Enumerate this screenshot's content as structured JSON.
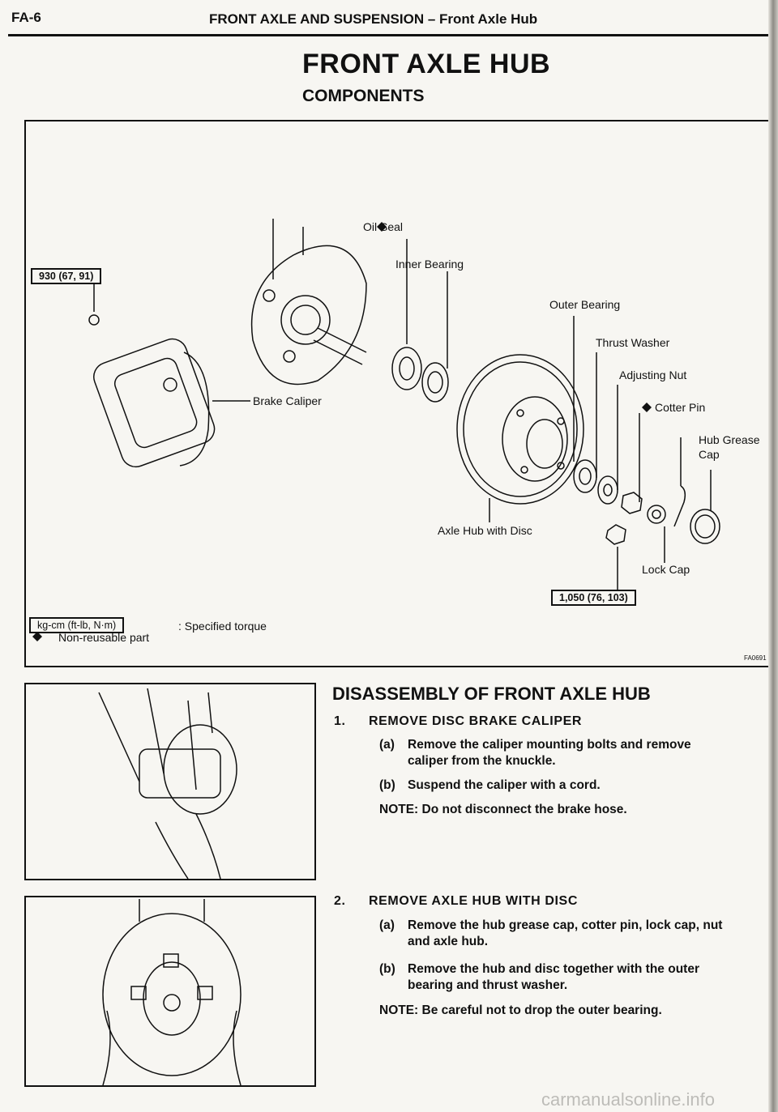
{
  "header": {
    "page_number": "FA-6",
    "running_title": "FRONT AXLE AND SUSPENSION – Front Axle Hub"
  },
  "title": "FRONT AXLE HUB",
  "subtitle": "COMPONENTS",
  "diagram": {
    "labels": {
      "oil_seal": "Oil Seal",
      "inner_bearing": "Inner Bearing",
      "outer_bearing": "Outer Bearing",
      "thrust_washer": "Thrust Washer",
      "adjusting_nut": "Adjusting Nut",
      "cotter_pin": "Cotter Pin",
      "hub_grease": "Hub Grease",
      "cap": "Cap",
      "brake_caliper": "Brake Caliper",
      "axle_hub_with_disc": "Axle Hub with Disc",
      "lock_cap": "Lock Cap"
    },
    "torque_caliper": "930 (67, 91)",
    "torque_nut": "1,050 (76, 103)",
    "legend_unit": "kg-cm (ft-lb, N·m)",
    "legend_unit_desc": ": Specified torque",
    "legend_nonreusable": "Non-reusable part",
    "figure_id": "FA0691"
  },
  "section": {
    "title": "DISASSEMBLY OF FRONT AXLE HUB",
    "steps": [
      {
        "num": "1.",
        "title": "REMOVE DISC BRAKE CALIPER",
        "items": [
          {
            "label": "(a)",
            "line1": "Remove the caliper mounting bolts and remove",
            "line2": "caliper from the knuckle."
          },
          {
            "label": "(b)",
            "line1": "Suspend the caliper with a cord."
          }
        ],
        "note": "NOTE: Do not disconnect the brake hose."
      },
      {
        "num": "2.",
        "title": "REMOVE AXLE HUB WITH DISC",
        "items": [
          {
            "label": "(a)",
            "line1": "Remove the hub grease cap, cotter pin, lock cap, nut",
            "line2": "and axle hub."
          },
          {
            "label": "(b)",
            "line1": "Remove the hub and disc together with the outer",
            "line2": "bearing and thrust washer."
          }
        ],
        "note": "NOTE: Be careful not to drop the outer bearing."
      }
    ]
  },
  "watermark": "carmanualsonline.info"
}
